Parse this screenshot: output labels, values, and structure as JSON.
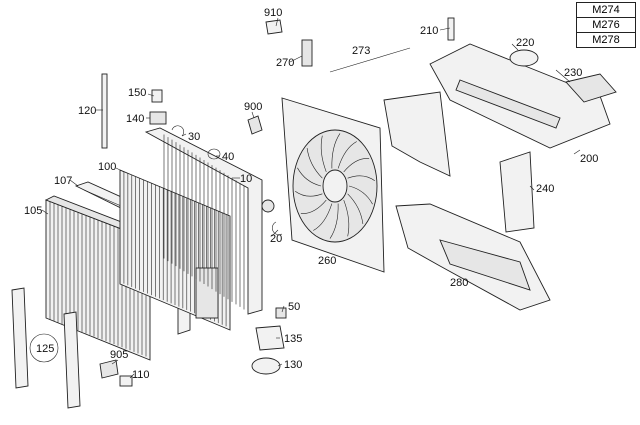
{
  "engine_variants": [
    "M274",
    "M276",
    "M278"
  ],
  "callouts": {
    "c910": "910",
    "c210": "210",
    "c273": "273",
    "c270": "270",
    "c220": "220",
    "c230": "230",
    "c200": "200",
    "c150": "150",
    "c140": "140",
    "c120": "120",
    "c30": "30",
    "c900": "900",
    "c40": "40",
    "c100": "100",
    "c10": "10",
    "c107": "107",
    "c105": "105",
    "c20": "20",
    "c240": "240",
    "c260": "260",
    "c280": "280",
    "c50": "50",
    "c135": "135",
    "c125": "125",
    "c905": "905",
    "c110": "110",
    "c130": "130"
  }
}
